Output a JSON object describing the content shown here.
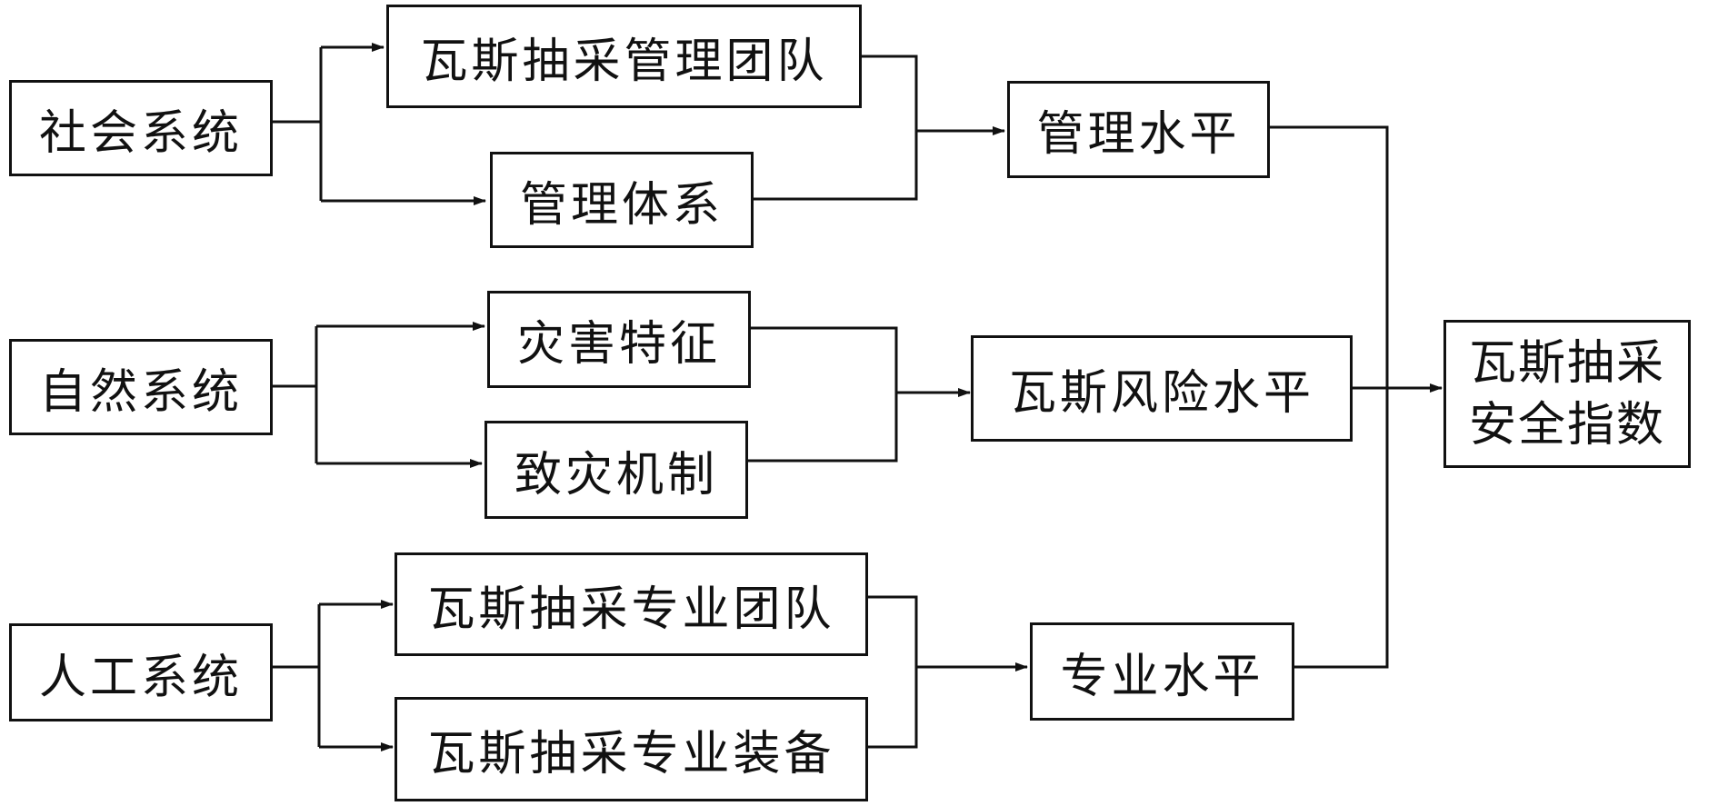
{
  "nodes": {
    "social_system": "社会系统",
    "gas_mgmt_team": "瓦斯抽采管理团队",
    "mgmt_system": "管理体系",
    "mgmt_level": "管理水平",
    "natural_system": "自然系统",
    "disaster_features": "灾害特征",
    "disaster_mechanism": "致灾机制",
    "gas_risk_level": "瓦斯风险水平",
    "artificial_system": "人工系统",
    "gas_pro_team": "瓦斯抽采专业团队",
    "gas_pro_equipment": "瓦斯抽采专业装备",
    "pro_level": "专业水平",
    "safety_index_line1": "瓦斯抽采",
    "safety_index_line2": "安全指数"
  }
}
